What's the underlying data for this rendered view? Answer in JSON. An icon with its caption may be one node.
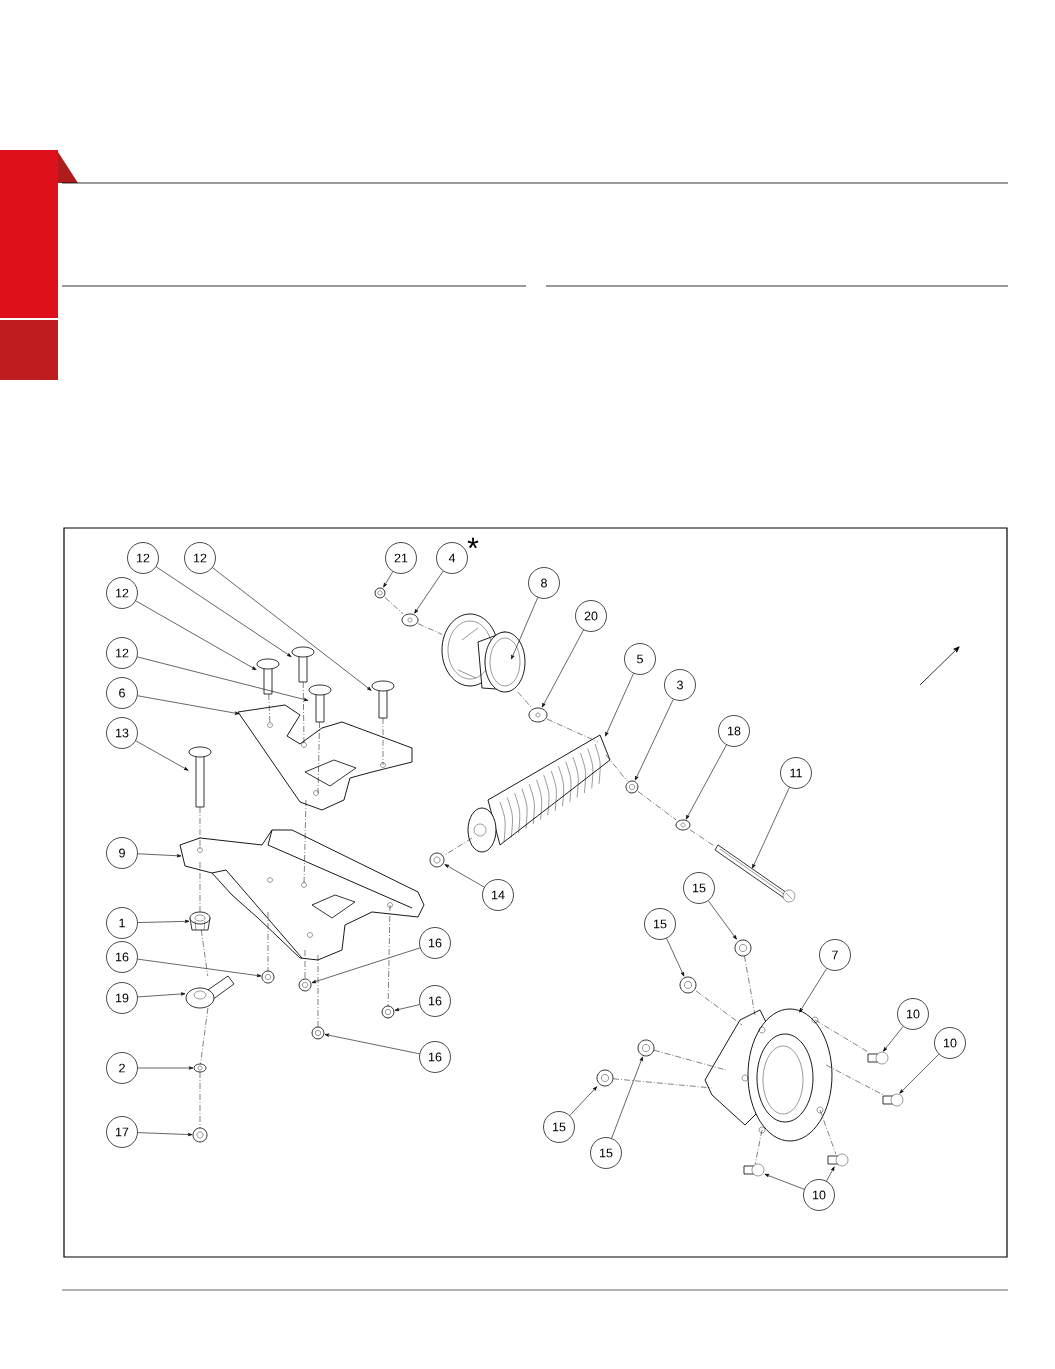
{
  "diagram": {
    "nodes": [
      {
        "text": [
          "12"
        ]
      },
      {
        "text": [
          "12"
        ]
      },
      {
        "text": [
          "21"
        ]
      },
      {
        "text": [
          "4"
        ]
      },
      {
        "text": [
          "8"
        ]
      },
      {
        "text": [
          "12"
        ]
      },
      {
        "text": [
          "20"
        ]
      },
      {
        "text": [
          "12"
        ]
      },
      {
        "text": [
          "5"
        ]
      },
      {
        "text": [
          "3"
        ]
      },
      {
        "text": [
          "6"
        ]
      },
      {
        "text": [
          "18"
        ]
      },
      {
        "text": [
          "13"
        ]
      },
      {
        "text": [
          "11"
        ]
      },
      {
        "text": [
          "9"
        ]
      },
      {
        "text": [
          "15"
        ]
      },
      {
        "text": [
          "14"
        ]
      },
      {
        "text": [
          "1"
        ]
      },
      {
        "text": [
          "15"
        ]
      },
      {
        "text": [
          "16"
        ]
      },
      {
        "text": [
          "7"
        ]
      },
      {
        "text": [
          "16"
        ]
      },
      {
        "text": [
          "19"
        ]
      },
      {
        "text": [
          "16"
        ]
      },
      {
        "text": [
          "10"
        ]
      },
      {
        "text": [
          "10"
        ]
      },
      {
        "text": [
          "16"
        ]
      },
      {
        "text": [
          "2"
        ]
      },
      {
        "text": [
          "15"
        ]
      },
      {
        "text": [
          "17"
        ]
      },
      {
        "text": [
          "15"
        ]
      },
      {
        "text": [
          "10"
        ]
      },
      {
        "text": [],
        "shape": "picture"
      },
      {
        "text": [],
        "shape": "picture"
      },
      {
        "text": [],
        "shape": "picture"
      },
      {
        "text": [],
        "shape": "picture"
      },
      {
        "text": [],
        "shape": "picture"
      },
      {
        "text": [],
        "shape": "picture"
      },
      {
        "text": [],
        "shape": "picture"
      },
      {
        "text": [],
        "shape": "picture"
      },
      {
        "text": [],
        "shape": "picture"
      },
      {
        "text": [],
        "shape": "picture"
      },
      {
        "text": [],
        "shape": "picture"
      },
      {
        "text": [],
        "shape": "picture"
      },
      {
        "text": [],
        "shape": "picture"
      },
      {
        "text": [],
        "shape": "picture"
      },
      {
        "text": [],
        "shape": "picture"
      },
      {
        "text": [],
        "shape": "picture"
      },
      {
        "text": [],
        "shape": "picture"
      },
      {
        "text": [],
        "shape": "picture"
      },
      {
        "text": [],
        "shape": "picture"
      },
      {
        "text": [],
        "shape": "picture"
      },
      {
        "text": [],
        "shape": "picture"
      },
      {
        "text": [],
        "shape": "picture"
      },
      {
        "text": [],
        "shape": "picture"
      },
      {
        "text": [],
        "shape": "picture"
      },
      {
        "text": [],
        "shape": "picture"
      },
      {
        "text": [],
        "shape": "picture"
      },
      {
        "text": [],
        "shape": "picture"
      },
      {
        "text": [],
        "shape": "picture"
      },
      {
        "text": [],
        "shape": "picture"
      },
      {
        "text": [],
        "shape": "picture"
      },
      {
        "text": [],
        "shape": "picture"
      },
      {
        "text": [],
        "shape": "picture"
      },
      {
        "text": [],
        "shape": "picture"
      }
    ],
    "edges": [
      {
        "from": 0,
        "to": 33,
        "arrow": "to"
      },
      {
        "from": 1,
        "to": 35,
        "arrow": "to"
      },
      {
        "from": 2,
        "to": 39,
        "arrow": "to"
      },
      {
        "from": 3,
        "to": 40,
        "arrow": "to"
      },
      {
        "from": 4,
        "to": 41,
        "arrow": "to"
      },
      {
        "from": 5,
        "to": 32,
        "arrow": "to"
      },
      {
        "from": 6,
        "to": 42,
        "arrow": "to"
      },
      {
        "from": 7,
        "to": 34,
        "arrow": "to"
      },
      {
        "from": 8,
        "to": 43,
        "arrow": "to"
      },
      {
        "from": 9,
        "to": 44,
        "arrow": "to"
      },
      {
        "from": 10,
        "to": 37,
        "arrow": "to"
      },
      {
        "from": 11,
        "to": 45,
        "arrow": "to"
      },
      {
        "from": 12,
        "to": 36,
        "arrow": "to"
      },
      {
        "from": 13,
        "to": 46,
        "arrow": "to"
      },
      {
        "from": 14,
        "to": 38,
        "arrow": "to"
      },
      {
        "from": 15,
        "to": 56,
        "arrow": "to"
      },
      {
        "from": 16,
        "to": 47,
        "arrow": "to"
      },
      {
        "from": 17,
        "to": 48,
        "arrow": "to"
      },
      {
        "from": 18,
        "to": 57,
        "arrow": "to"
      },
      {
        "from": 19,
        "to": 50,
        "arrow": "to"
      },
      {
        "from": 20,
        "to": 60,
        "arrow": "to"
      },
      {
        "from": 21,
        "to": 49,
        "arrow": "to"
      },
      {
        "from": 22,
        "to": 53,
        "arrow": "to"
      },
      {
        "from": 23,
        "to": 51,
        "arrow": "to"
      },
      {
        "from": 24,
        "to": 61,
        "arrow": "to"
      },
      {
        "from": 25,
        "to": 62,
        "arrow": "to"
      },
      {
        "from": 26,
        "to": 52,
        "arrow": "to"
      },
      {
        "from": 27,
        "to": 54,
        "arrow": "to"
      },
      {
        "from": 28,
        "to": 58,
        "arrow": "to"
      },
      {
        "from": 29,
        "to": 55,
        "arrow": "to"
      },
      {
        "from": 30,
        "to": 59,
        "arrow": "to"
      },
      {
        "from": 31,
        "to": 63,
        "arrow": "to"
      },
      {
        "from": 31,
        "to": 64,
        "arrow": "to"
      },
      {
        "from": 32,
        "to": 37,
        "arrow": "none",
        "style": "dashed"
      },
      {
        "from": 33,
        "to": 37,
        "arrow": "none",
        "style": "dashed"
      },
      {
        "from": 34,
        "to": 37,
        "arrow": "none",
        "style": "dashed"
      },
      {
        "from": 35,
        "to": 37,
        "arrow": "none",
        "style": "dashed"
      },
      {
        "from": 37,
        "to": 38,
        "arrow": "none",
        "style": "dashed"
      },
      {
        "from": 36,
        "to": 38,
        "arrow": "none",
        "style": "dashed"
      },
      {
        "from": 38,
        "to": 48,
        "arrow": "none",
        "style": "dashed"
      },
      {
        "from": 48,
        "to": 53,
        "arrow": "none",
        "style": "dashed"
      },
      {
        "from": 53,
        "to": 54,
        "arrow": "none",
        "style": "dashed"
      },
      {
        "from": 54,
        "to": 55,
        "arrow": "none",
        "style": "dashed"
      },
      {
        "from": 38,
        "to": 49,
        "arrow": "none",
        "style": "dashed"
      },
      {
        "from": 38,
        "to": 50,
        "arrow": "none",
        "style": "dashed"
      },
      {
        "from": 38,
        "to": 51,
        "arrow": "none",
        "style": "dashed"
      },
      {
        "from": 38,
        "to": 52,
        "arrow": "none",
        "style": "dashed"
      },
      {
        "from": 39,
        "to": 40,
        "arrow": "none",
        "style": "dashed"
      },
      {
        "from": 40,
        "to": 41,
        "arrow": "none",
        "style": "dashed"
      },
      {
        "from": 41,
        "to": 42,
        "arrow": "none",
        "style": "dashed"
      },
      {
        "from": 42,
        "to": 43,
        "arrow": "none",
        "style": "dashed"
      },
      {
        "from": 43,
        "to": 47,
        "arrow": "none",
        "style": "dashed"
      },
      {
        "from": 43,
        "to": 44,
        "arrow": "none",
        "style": "dashed"
      },
      {
        "from": 44,
        "to": 45,
        "arrow": "none",
        "style": "dashed"
      },
      {
        "from": 45,
        "to": 46,
        "arrow": "none",
        "style": "dashed"
      },
      {
        "from": 56,
        "to": 60,
        "arrow": "none",
        "style": "dashed"
      },
      {
        "from": 57,
        "to": 60,
        "arrow": "none",
        "style": "dashed"
      },
      {
        "from": 58,
        "to": 60,
        "arrow": "none",
        "style": "dashed"
      },
      {
        "from": 59,
        "to": 60,
        "arrow": "none",
        "style": "dashed"
      },
      {
        "from": 60,
        "to": 61,
        "arrow": "none",
        "style": "dashed"
      },
      {
        "from": 60,
        "to": 62,
        "arrow": "none",
        "style": "dashed"
      },
      {
        "from": 60,
        "to": 63,
        "arrow": "none",
        "style": "dashed"
      },
      {
        "from": 60,
        "to": 64,
        "arrow": "none",
        "style": "dashed"
      }
    ],
    "labels": [
      "*"
    ]
  }
}
